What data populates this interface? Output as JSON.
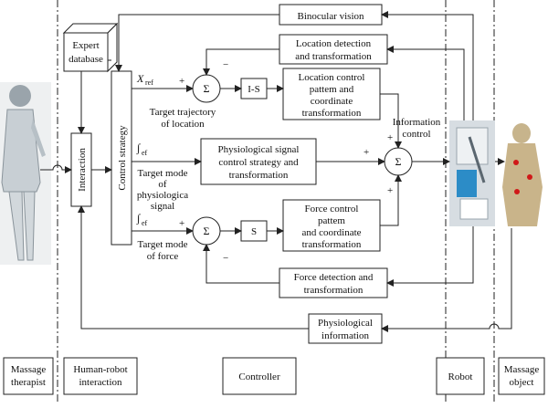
{
  "blocks": {
    "binocular_vision": "Binocular vision",
    "location_detection": [
      "Location detection",
      "and transformation"
    ],
    "location_control": [
      "Location control",
      "pattem and",
      "coordinate",
      "transformation"
    ],
    "i_s": "I-S",
    "s": "S",
    "physio_control": [
      "Physiological signal",
      "control strategy and",
      "transformation"
    ],
    "force_control": [
      "Force control",
      "pattem",
      "and coordinate",
      "transformation"
    ],
    "force_detection": [
      "Force detection and",
      "transformation"
    ],
    "physio_info": [
      "Physiological",
      "information"
    ],
    "expert_database": [
      "Expert",
      "database"
    ],
    "interaction": "Interaction",
    "control_strategy": "Control strategy",
    "sum": "Σ"
  },
  "labels": {
    "x_ref_main": "X",
    "x_ref_sub": "ref",
    "target_trajectory": [
      "Target trajectory",
      "of location"
    ],
    "i_ref_mid": "∫",
    "i_ref_mid_sub": "ef",
    "target_physio": [
      "Target mode",
      "of",
      "physiologica",
      "signal"
    ],
    "i_ref_low": "∫",
    "i_ref_low_sub": "ef",
    "target_force": [
      "Target mode",
      "of force"
    ],
    "information_control": [
      "Information",
      "control"
    ],
    "plus": "+",
    "minus": "−"
  },
  "footer": {
    "massage_therapist": [
      "Massage",
      "therapist"
    ],
    "human_robot": [
      "Human-robot",
      "interaction"
    ],
    "controller": "Controller",
    "robot": "Robot",
    "massage_object": [
      "Massage",
      "object"
    ]
  }
}
